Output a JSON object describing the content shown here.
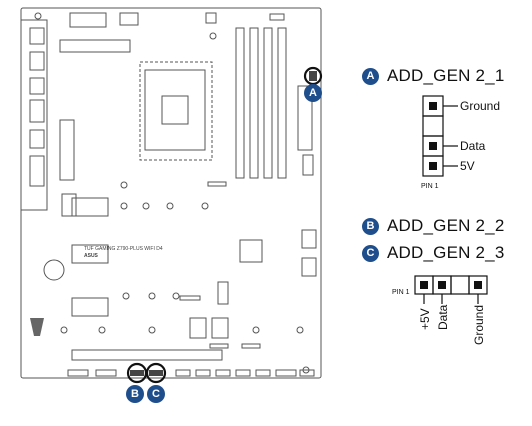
{
  "board": {
    "model_text": "TUF GAMING Z790-PLUS WIFI D4",
    "brand_text": "ASUS"
  },
  "markers": {
    "a": "A",
    "b": "B",
    "c": "C"
  },
  "section_a": {
    "badge": "A",
    "header_name": "ADD_GEN 2_1",
    "pins": [
      "Ground",
      "Data",
      "5V"
    ],
    "pin1_label": "PIN 1"
  },
  "section_bc": {
    "badge_b": "B",
    "header_b": "ADD_GEN 2_2",
    "badge_c": "C",
    "header_c": "ADD_GEN 2_3",
    "pin1_label": "PIN 1",
    "pins": [
      "+5V",
      "Data",
      "Ground"
    ]
  },
  "colors": {
    "accent": "#1f4e8c",
    "board_line": "#555555"
  }
}
